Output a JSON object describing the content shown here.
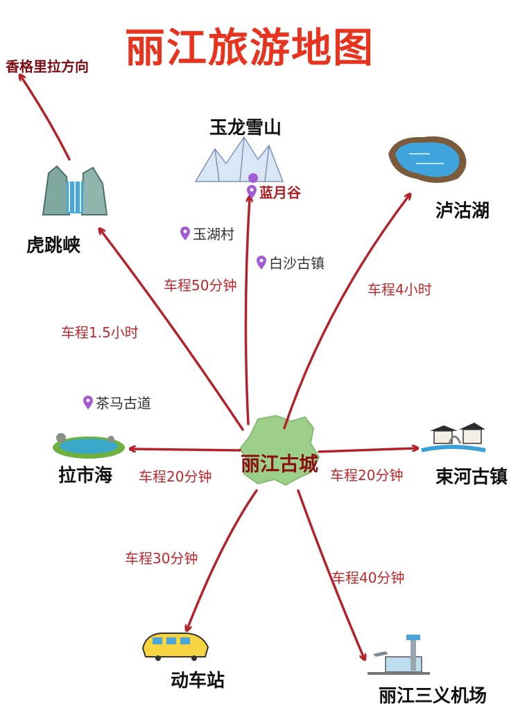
{
  "title": "丽江旅游地图",
  "center": "丽江古城",
  "places": {
    "shangri_la": "香格里拉方向",
    "tiger_leaping": "虎跳峡",
    "jade_dragon": "玉龙雪山",
    "lugu_lake": "泸沽湖",
    "lashi_lake": "拉市海",
    "shuhe": "束河古镇",
    "train_station": "动车站",
    "airport": "丽江三义机场"
  },
  "pois": {
    "blue_moon": "蓝月谷",
    "yuhu": "玉湖村",
    "baisha": "白沙古镇",
    "tea_horse": "茶马古道"
  },
  "routes": {
    "tiger_leaping": "车程1.5小时",
    "jade_dragon": "车程50分钟",
    "lugu_lake": "车程4小时",
    "lashi_lake": "车程20分钟",
    "shuhe": "车程20分钟",
    "train_station": "车程30分钟",
    "airport": "车程40分钟"
  },
  "colors": {
    "title": "#e8331f",
    "arrow": "#b3222a",
    "route_text": "#c0262b",
    "center_region": "#9ccf8a",
    "pin": "#a35cd6"
  }
}
